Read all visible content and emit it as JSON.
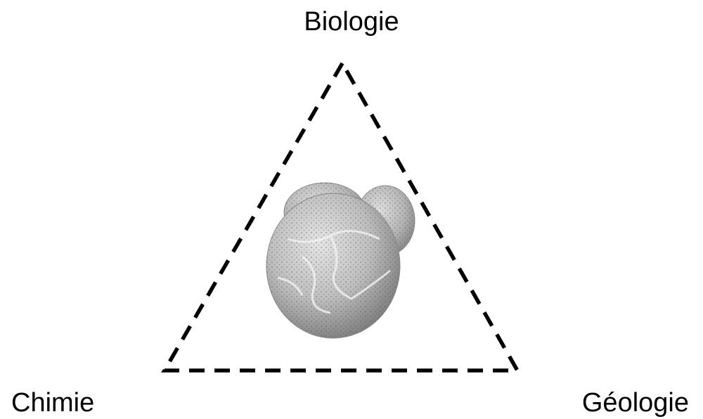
{
  "diagram": {
    "labels": {
      "top": "Biologie",
      "bottom_left": "Chimie",
      "bottom_right": "Géologie"
    },
    "center_image": "foraminifera shell (microfossil)",
    "colors": {
      "stroke": "#000000",
      "fossil_light": "#d6d6d6",
      "fossil_mid": "#a9a9a9",
      "fossil_dark": "#6f6f6f"
    }
  }
}
